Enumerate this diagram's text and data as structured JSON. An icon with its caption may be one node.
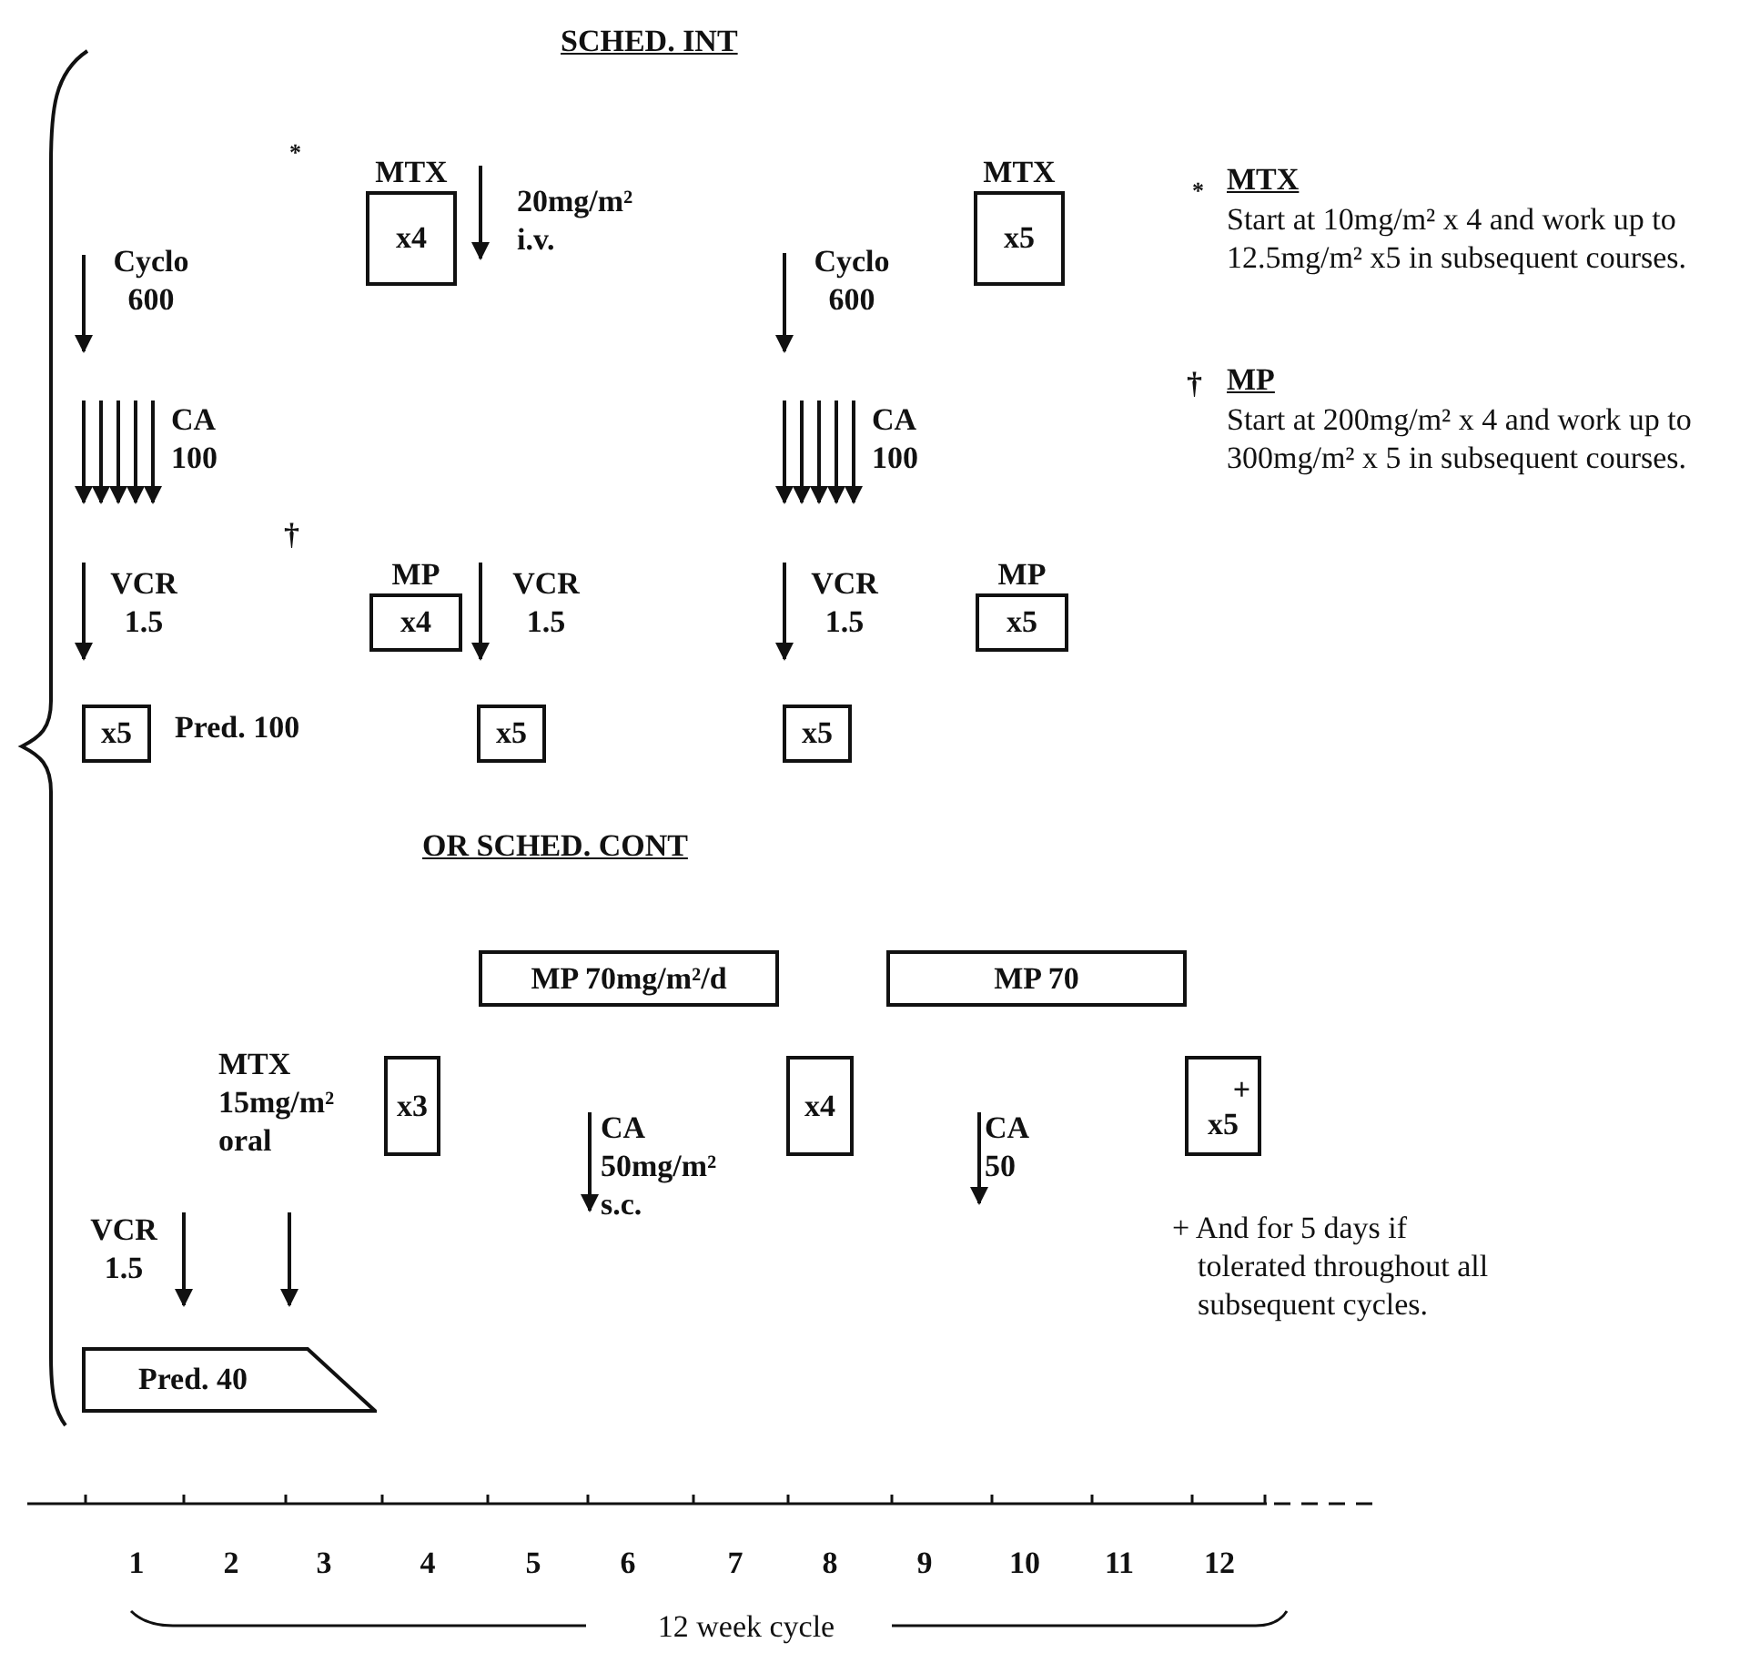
{
  "diagram": {
    "nodes": [
      {
        "text": [
          "MTX",
          "x4"
        ]
      },
      {
        "text": [
          "MTX",
          "x5"
        ]
      },
      {
        "text": [
          "MP",
          "x4"
        ]
      },
      {
        "text": [
          "MP",
          "x5"
        ]
      },
      {
        "text": [
          "x5"
        ],
        "beside": [
          "Pred. 100"
        ]
      },
      {
        "text": [
          "x5"
        ]
      },
      {
        "text": [
          "x5"
        ]
      },
      {
        "text": [
          "MP 70mg/m²/d"
        ]
      },
      {
        "text": [
          "MP 70"
        ]
      },
      {
        "text": [
          "x3"
        ],
        "beside": [
          "MTX 15mg/m² oral"
        ]
      },
      {
        "text": [
          "x4"
        ]
      },
      {
        "text": [
          "+",
          "x5"
        ]
      },
      {
        "text": [
          "Pred. 40"
        ]
      }
    ],
    "edges": [],
    "labels": [
      "SCHED. INT",
      "*",
      "20mg/m² i.v.",
      "Cyclo 600",
      "Cyclo 600",
      "CA 100",
      "CA 100",
      "†",
      "VCR 1.5",
      "VCR 1.5",
      "VCR 1.5",
      "*",
      "MTX",
      "Start at 10mg/m² x 4 and work up to 12.5mg/m² x5 in subsequent courses.",
      "†",
      "MP",
      "Start at 200mg/m² x 4 and work up to 300mg/m² x 5 in subsequent courses.",
      "OR SCHED. CONT",
      "CA 50mg/m² s.c.",
      "CA 50",
      "VCR 1.5",
      "+ And for 5 days if tolerated throughout all subsequent cycles.",
      "1",
      "2",
      "3",
      "4",
      "5",
      "6",
      "7",
      "8",
      "9",
      "10",
      "11",
      "12",
      "12 week cycle"
    ]
  }
}
